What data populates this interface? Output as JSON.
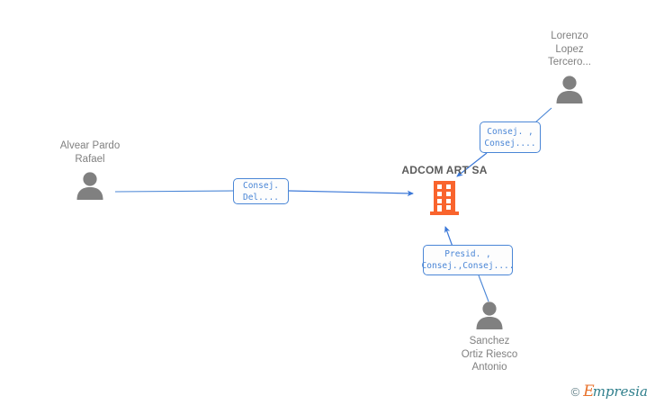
{
  "diagram": {
    "type": "org-relationship-graph",
    "background_color": "#ffffff",
    "edge_color": "#4a86d6",
    "company_color": "#f9642d",
    "person_color": "#808080",
    "company": {
      "name": "ADCOM ART SA",
      "icon": "building-icon"
    },
    "people": [
      {
        "id": "alvear-pardo-rafael",
        "name": "Alvear Pardo\nRafael",
        "icon": "person-icon"
      },
      {
        "id": "lorenzo-lopez-tercero",
        "name": "Lorenzo\nLopez\nTercero...",
        "icon": "person-icon"
      },
      {
        "id": "sanchez-ortiz-riesco-antonio",
        "name": "Sanchez\nOrtiz Riesco\nAntonio",
        "icon": "person-icon"
      }
    ],
    "role_labels": [
      {
        "id": "role-alvear",
        "line1": "Consej.",
        "line2": "Del...."
      },
      {
        "id": "role-lorenzo",
        "line1": "Consej. ,",
        "line2": "Consej...."
      },
      {
        "id": "role-sanchez",
        "line1": "Presid. ,",
        "line2": "Consej.,Consej...."
      }
    ]
  },
  "watermark": {
    "copyright": "©",
    "brand_initial": "E",
    "brand_rest": "mpresia"
  }
}
